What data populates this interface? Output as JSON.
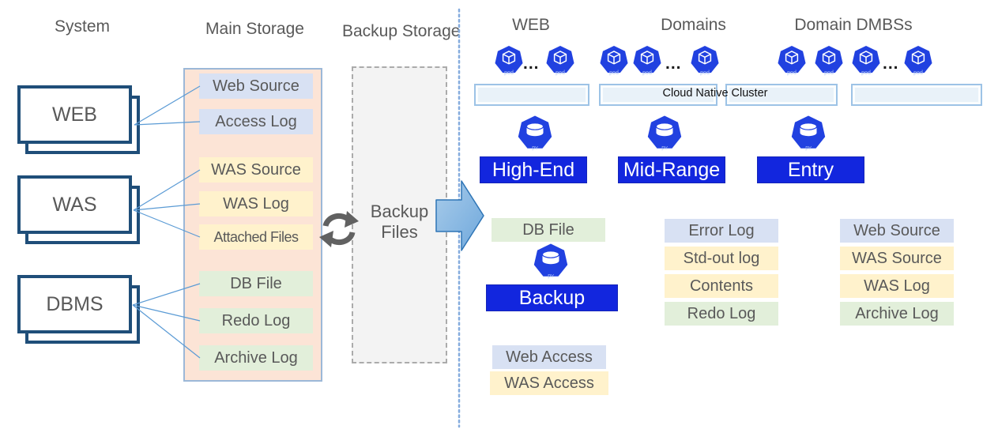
{
  "left": {
    "system_header": "System",
    "main_storage_header": "Main Storage",
    "systems": [
      {
        "label": "WEB"
      },
      {
        "label": "WAS"
      },
      {
        "label": "DBMS"
      }
    ],
    "storage_items": [
      {
        "label": "Web Source",
        "tint": "lavender"
      },
      {
        "label": "Access Log",
        "tint": "lavender"
      },
      {
        "label": "WAS Source",
        "tint": "yellow"
      },
      {
        "label": "WAS Log",
        "tint": "yellow"
      },
      {
        "label": "Attached Files",
        "tint": "yellow"
      },
      {
        "label": "DB File",
        "tint": "green"
      },
      {
        "label": "Redo Log",
        "tint": "green"
      },
      {
        "label": "Archive Log",
        "tint": "green"
      }
    ]
  },
  "middle": {
    "backup_storage_header": "Backup Storage",
    "backup_files_label": "Backup Files"
  },
  "right": {
    "cluster_label": "Cloud Native Cluster",
    "pod_label": "pod",
    "pv_label": "pv",
    "ellipsis": "...",
    "groups": [
      {
        "header": "WEB",
        "pod_count": 2
      },
      {
        "header": "Domains",
        "pod_count": 3
      },
      {
        "header": "Domain DMBSs",
        "pod_count": 4
      }
    ],
    "tiers": [
      {
        "label": "High-End"
      },
      {
        "label": "Mid-Range"
      },
      {
        "label": "Entry"
      }
    ],
    "backup_label": "Backup",
    "high_end_items": [
      {
        "label": "DB File",
        "tint": "green"
      },
      {
        "label": "Web Access",
        "tint": "lavender"
      },
      {
        "label": "WAS Access",
        "tint": "yellow"
      }
    ],
    "mid_range_items": [
      {
        "label": "Error Log",
        "tint": "lavender"
      },
      {
        "label": "Std-out log",
        "tint": "yellow"
      },
      {
        "label": "Contents",
        "tint": "yellow"
      },
      {
        "label": "Redo Log",
        "tint": "green"
      }
    ],
    "entry_items": [
      {
        "label": "Web Source",
        "tint": "lavender"
      },
      {
        "label": "WAS Source",
        "tint": "yellow"
      },
      {
        "label": "WAS Log",
        "tint": "yellow"
      },
      {
        "label": "Archive Log",
        "tint": "green"
      }
    ]
  },
  "colors": {
    "lavender": "#D8E1F3",
    "yellow": "#FFF2CC",
    "green": "#E2EFDA",
    "panel_peach": "#FCE4D6",
    "tier_blue": "#1226DE",
    "pod_blue": "#2141E0",
    "navy_border": "#1F4E79",
    "connector_blue": "#5B9BD5",
    "text_gray": "#595959"
  }
}
